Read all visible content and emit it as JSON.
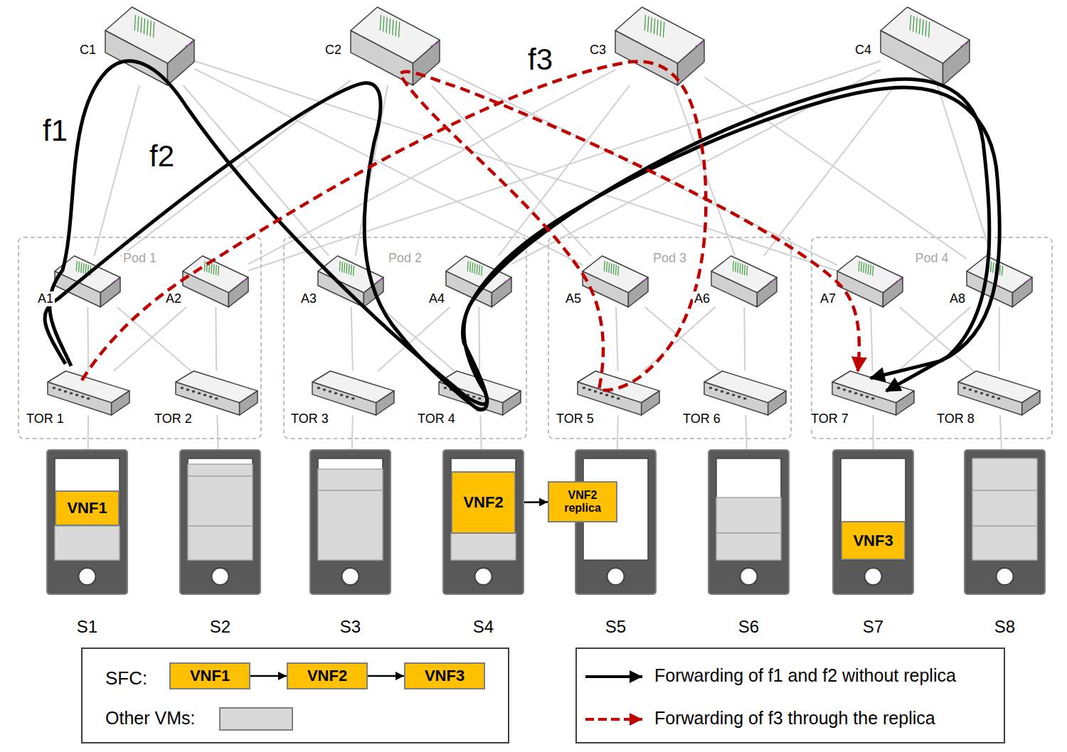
{
  "diagram": {
    "nodes": [
      {
        "text": [
          "C1"
        ]
      },
      {
        "text": [
          "C2"
        ]
      },
      {
        "text": [
          "C3"
        ]
      },
      {
        "text": [
          "C4"
        ]
      },
      {
        "text": [
          "Pod 1"
        ]
      },
      {
        "text": [
          "A1"
        ],
        "in": 4
      },
      {
        "text": [
          "A2"
        ],
        "in": 4
      },
      {
        "text": [
          "TOR 1"
        ],
        "in": 4
      },
      {
        "text": [
          "TOR 2"
        ],
        "in": 4
      },
      {
        "text": [
          "Pod 2"
        ]
      },
      {
        "text": [
          "A3"
        ],
        "in": 9
      },
      {
        "text": [
          "A4"
        ],
        "in": 9
      },
      {
        "text": [
          "TOR 3"
        ],
        "in": 9
      },
      {
        "text": [
          "TOR 4"
        ],
        "in": 9
      },
      {
        "text": [
          "Pod 3"
        ]
      },
      {
        "text": [
          "A5"
        ],
        "in": 14
      },
      {
        "text": [
          "A6"
        ],
        "in": 14
      },
      {
        "text": [
          "TOR 5"
        ],
        "in": 14
      },
      {
        "text": [
          "TOR 6"
        ],
        "in": 14
      },
      {
        "text": [
          "Pod 4"
        ]
      },
      {
        "text": [
          "A7"
        ],
        "in": 19
      },
      {
        "text": [
          "A8"
        ],
        "in": 19
      },
      {
        "text": [
          "TOR 7"
        ],
        "in": 19
      },
      {
        "text": [
          "TOR 8"
        ],
        "in": 19
      },
      {
        "text": [
          "S1"
        ]
      },
      {
        "text": [
          "VNF1"
        ],
        "in": 24
      },
      {
        "text": [
          "S2"
        ]
      },
      {
        "text": [
          "S3"
        ]
      },
      {
        "text": [
          "S4"
        ]
      },
      {
        "text": [
          "VNF2"
        ],
        "in": 28
      },
      {
        "text": [
          "VNF2 replica"
        ]
      },
      {
        "text": [
          "S5"
        ]
      },
      {
        "text": [
          "S6"
        ]
      },
      {
        "text": [
          "S7"
        ]
      },
      {
        "text": [
          "VNF3"
        ],
        "in": 33
      },
      {
        "text": [
          "S8"
        ]
      },
      {
        "text": [
          "VNF1"
        ]
      },
      {
        "text": [
          "VNF2"
        ]
      },
      {
        "text": [
          "VNF3"
        ]
      }
    ],
    "edges": [
      {
        "from": 0,
        "to": 5,
        "arrow": "none"
      },
      {
        "from": 0,
        "to": 10,
        "arrow": "none"
      },
      {
        "from": 0,
        "to": 15,
        "arrow": "none"
      },
      {
        "from": 0,
        "to": 20,
        "arrow": "none"
      },
      {
        "from": 1,
        "to": 5,
        "arrow": "none"
      },
      {
        "from": 1,
        "to": 10,
        "arrow": "none"
      },
      {
        "from": 1,
        "to": 15,
        "arrow": "none"
      },
      {
        "from": 1,
        "to": 20,
        "arrow": "none"
      },
      {
        "from": 2,
        "to": 6,
        "arrow": "none"
      },
      {
        "from": 2,
        "to": 11,
        "arrow": "none"
      },
      {
        "from": 2,
        "to": 16,
        "arrow": "none"
      },
      {
        "from": 2,
        "to": 21,
        "arrow": "none"
      },
      {
        "from": 3,
        "to": 6,
        "arrow": "none"
      },
      {
        "from": 3,
        "to": 11,
        "arrow": "none"
      },
      {
        "from": 3,
        "to": 16,
        "arrow": "none"
      },
      {
        "from": 3,
        "to": 21,
        "arrow": "none"
      },
      {
        "from": 5,
        "to": 7,
        "arrow": "none"
      },
      {
        "from": 5,
        "to": 8,
        "arrow": "none"
      },
      {
        "from": 6,
        "to": 7,
        "arrow": "none"
      },
      {
        "from": 6,
        "to": 8,
        "arrow": "none"
      },
      {
        "from": 10,
        "to": 12,
        "arrow": "none"
      },
      {
        "from": 10,
        "to": 13,
        "arrow": "none"
      },
      {
        "from": 11,
        "to": 12,
        "arrow": "none"
      },
      {
        "from": 11,
        "to": 13,
        "arrow": "none"
      },
      {
        "from": 15,
        "to": 17,
        "arrow": "none"
      },
      {
        "from": 15,
        "to": 18,
        "arrow": "none"
      },
      {
        "from": 16,
        "to": 17,
        "arrow": "none"
      },
      {
        "from": 16,
        "to": 18,
        "arrow": "none"
      },
      {
        "from": 20,
        "to": 22,
        "arrow": "none"
      },
      {
        "from": 20,
        "to": 23,
        "arrow": "none"
      },
      {
        "from": 21,
        "to": 22,
        "arrow": "none"
      },
      {
        "from": 21,
        "to": 23,
        "arrow": "none"
      },
      {
        "from": 7,
        "to": 24,
        "arrow": "none"
      },
      {
        "from": 8,
        "to": 26,
        "arrow": "none"
      },
      {
        "from": 12,
        "to": 27,
        "arrow": "none"
      },
      {
        "from": 13,
        "to": 28,
        "arrow": "none"
      },
      {
        "from": 17,
        "to": 31,
        "arrow": "none"
      },
      {
        "from": 18,
        "to": 32,
        "arrow": "none"
      },
      {
        "from": 22,
        "to": 33,
        "arrow": "none"
      },
      {
        "from": 23,
        "to": 35,
        "arrow": "none"
      },
      {
        "from": 29,
        "to": 30,
        "arrow": "to"
      },
      {
        "from": 36,
        "to": 37,
        "arrow": "to"
      },
      {
        "from": 37,
        "to": 38,
        "arrow": "to"
      }
    ],
    "labels": [
      "f1",
      "f2",
      "f3",
      "SFC:"
    ],
    "legend": [
      {
        "text": "Other VMs:",
        "color": "#d9d9d9"
      },
      {
        "text": "Forwarding of f1 and f2 without replica"
      },
      {
        "text": "Forwarding of f3 through the replica"
      }
    ]
  }
}
